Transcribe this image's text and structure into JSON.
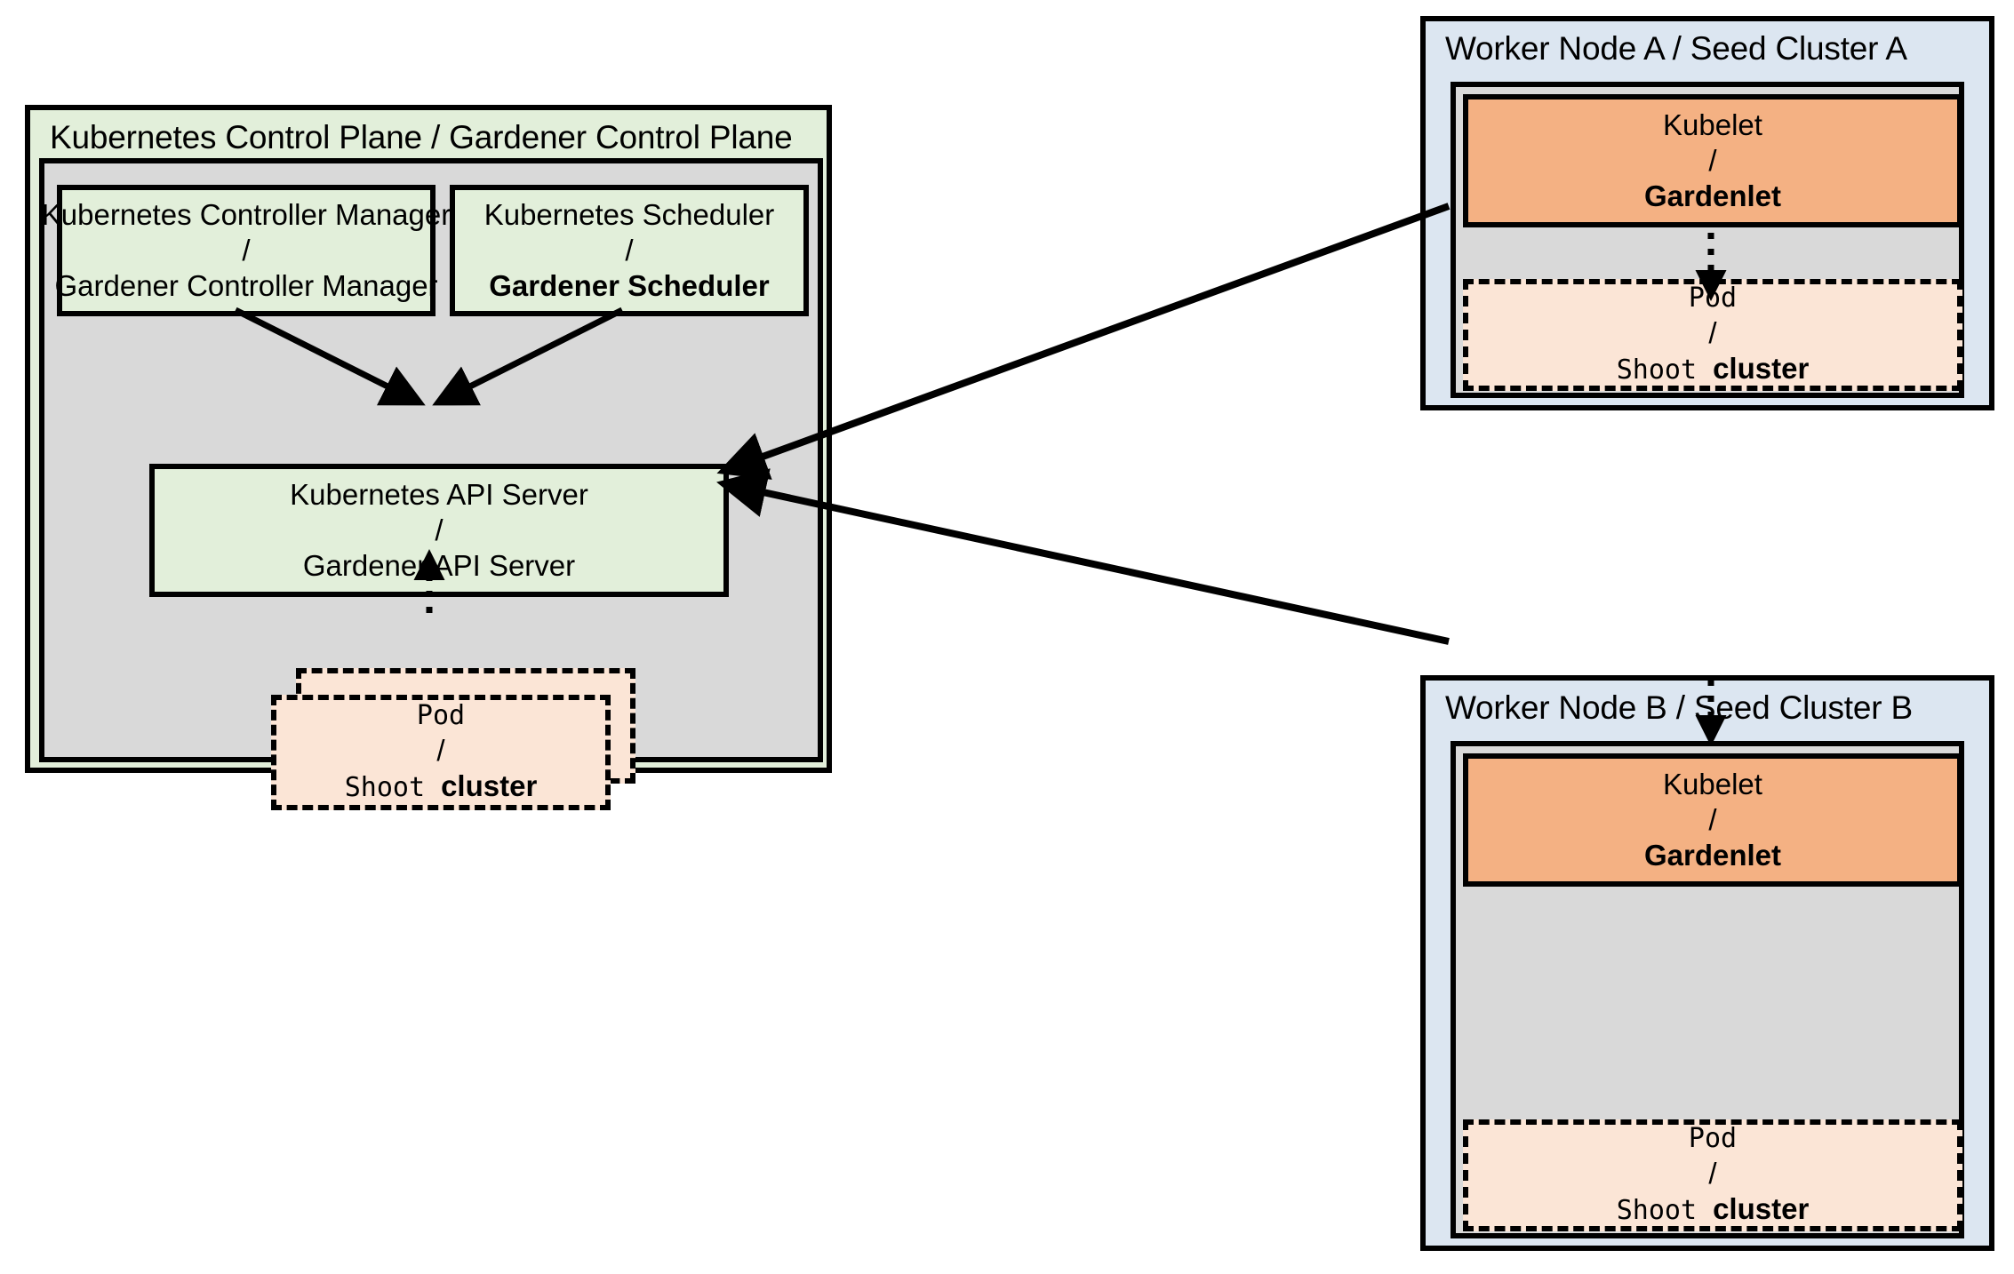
{
  "diagram": {
    "title_semantic": "gardener-kubernetes-architecture-analogy",
    "colors": {
      "green_panel": "#e2efda",
      "blue_panel": "#dce6f1",
      "gray_panel": "#d9d9d9",
      "orange_box": "#f4b183",
      "pod_box": "#fbe5d6",
      "stroke": "#000000"
    }
  },
  "control_plane": {
    "title": "Kubernetes Control Plane / Gardener Control Plane",
    "controller_manager": {
      "line1": "Kubernetes Controller Manager",
      "separator": "/",
      "line2": "Gardener Controller Manager"
    },
    "scheduler": {
      "line1": "Kubernetes Scheduler",
      "separator": "/",
      "line2": "Gardener Scheduler"
    },
    "api_server": {
      "line1": "Kubernetes API Server",
      "separator": "/",
      "line2": "Gardener API Server"
    },
    "pod": {
      "line1": "Pod",
      "separator": "/",
      "line2_mono": "Shoot",
      "line2_bold": "cluster"
    }
  },
  "worker_node_a": {
    "title": "Worker Node A / Seed Cluster A",
    "agent": {
      "line1": "Kubelet",
      "separator": "/",
      "line2": "Gardenlet"
    },
    "pod": {
      "line1": "Pod",
      "separator": "/",
      "line2_mono": "Shoot",
      "line2_bold": "cluster"
    }
  },
  "worker_node_b": {
    "title": "Worker Node B / Seed Cluster B",
    "agent": {
      "line1": "Kubelet",
      "separator": "/",
      "line2": "Gardenlet"
    },
    "pod": {
      "line1": "Pod",
      "separator": "/",
      "line2_mono": "Shoot",
      "line2_bold": "cluster"
    }
  },
  "connections": [
    {
      "name": "controller-manager-to-api-server",
      "style": "solid-arrow"
    },
    {
      "name": "scheduler-to-api-server",
      "style": "solid-arrow"
    },
    {
      "name": "control-plane-pod-to-api-server",
      "style": "dotted-arrow"
    },
    {
      "name": "gardenlet-a-to-api-server",
      "style": "solid-arrow"
    },
    {
      "name": "gardenlet-b-to-api-server",
      "style": "solid-arrow"
    },
    {
      "name": "gardenlet-a-to-pod-a",
      "style": "dotted-arrow"
    },
    {
      "name": "gardenlet-b-to-pod-b",
      "style": "dotted-arrow"
    }
  ]
}
